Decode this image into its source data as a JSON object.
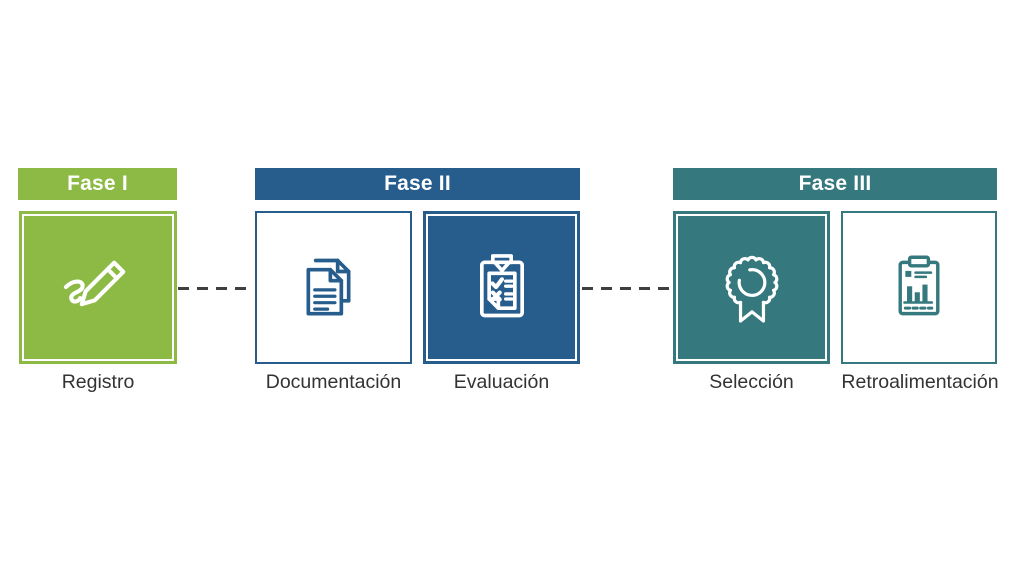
{
  "diagram": {
    "background": "#FFFFFF",
    "label_color": "#333333",
    "connector": {
      "style": "dashed",
      "color": "#3F3F3F"
    },
    "phases": [
      {
        "label": "Fase I",
        "color": "#8CBA45"
      },
      {
        "label": "Fase II",
        "color": "#275D8D"
      },
      {
        "label": "Fase III",
        "color": "#35787E"
      }
    ],
    "steps": [
      {
        "label": "Registro",
        "phase": "Fase I",
        "icon": "signature-pen-icon",
        "filled": true
      },
      {
        "label": "Documentación",
        "phase": "Fase II",
        "icon": "documents-icon",
        "filled": false
      },
      {
        "label": "Evaluación",
        "phase": "Fase II",
        "icon": "clipboard-checklist-icon",
        "filled": true
      },
      {
        "label": "Selección",
        "phase": "Fase III",
        "icon": "award-ribbon-icon",
        "filled": true
      },
      {
        "label": "Retroalimentación",
        "phase": "Fase III",
        "icon": "clipboard-chart-icon",
        "filled": false
      }
    ]
  }
}
